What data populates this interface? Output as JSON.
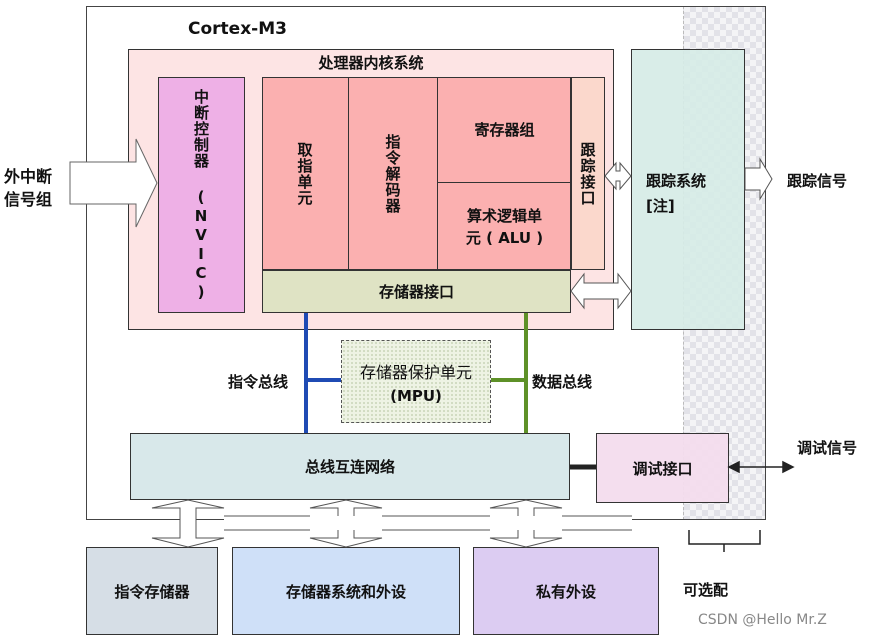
{
  "title": "Cortex-M3",
  "core_system": {
    "title": "处理器内核系统",
    "nvic": "中断控制器 (NVIC)",
    "fetch_unit": "取指单元",
    "decoder": "指令解码器",
    "register_bank": "寄存器组",
    "alu": "算术逻辑单元 ( ALU )",
    "trace_interface": "跟踪接口",
    "memory_interface": "存储器接口"
  },
  "trace_system": {
    "label": "跟踪系统",
    "note": "[注]"
  },
  "mpu": {
    "line1": "存储器保护单元",
    "line2": "(MPU)"
  },
  "bus_matrix": "总线互连网络",
  "debug_interface": "调试接口",
  "labels": {
    "external_interrupts_line1": "外中断",
    "external_interrupts_line2": "信号组",
    "trace_signal": "跟踪信号",
    "instruction_bus": "指令总线",
    "data_bus": "数据总线",
    "debug_signal": "调试信号",
    "optional": "可选配"
  },
  "bottom": {
    "instr_memory": "指令存储器",
    "memory_system": "存储器系统和外设",
    "private_peripherals": "私有外设"
  },
  "watermark": "CSDN @Hello Mr.Z",
  "colors": {
    "core_fill": "#fde4e4",
    "nvic_fill": "#eeb0e6",
    "core_units_fill": "#fbb0b0",
    "memory_interface_fill": "#dfe3c4",
    "trace_fill": "#d6ece6",
    "bus_matrix_fill": "#d8e8ea",
    "debug_fill": "#f3dced",
    "instr_memory_fill": "#d6dee6",
    "memory_system_fill": "#cfe0f8",
    "private_fill": "#dcccf2",
    "instruction_bus": "#1f4bb4",
    "data_bus": "#5e9128"
  }
}
